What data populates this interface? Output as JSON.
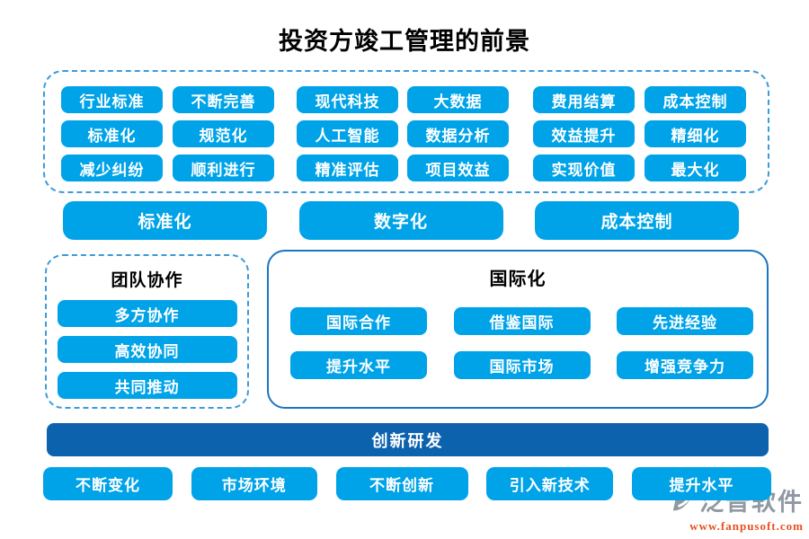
{
  "title": "投资方竣工管理的前景",
  "colors": {
    "pill_blue": "#00a3e8",
    "bar_dark_blue": "#0d62ae",
    "dashed_border_blue": "#3d9bd9",
    "solid_border_blue": "#1b75c0",
    "watermark_grey": "#9099a2",
    "watermark_orange": "#e8501e"
  },
  "top_grid": {
    "rows": [
      [
        "行业标准",
        "不断完善",
        "现代科技",
        "大数据",
        "费用结算",
        "成本控制"
      ],
      [
        "标准化",
        "规范化",
        "人工智能",
        "数据分析",
        "效益提升",
        "精细化"
      ],
      [
        "减少纠纷",
        "顺利进行",
        "精准评估",
        "项目效益",
        "实现价值",
        "最大化"
      ]
    ]
  },
  "mid_buttons": [
    "标准化",
    "数字化",
    "成本控制"
  ],
  "team_box": {
    "title": "团队协作",
    "items": [
      "多方协作",
      "高效协同",
      "共同推动"
    ]
  },
  "intl_box": {
    "title": "国际化",
    "rows": [
      [
        "国际合作",
        "借鉴国际",
        "先进经验"
      ],
      [
        "提升水平",
        "国际市场",
        "增强竞争力"
      ]
    ]
  },
  "innovation_bar": "创新研发",
  "bottom_row": [
    "不断变化",
    "市场环境",
    "不断创新",
    "引入新技术",
    "提升水平"
  ],
  "watermark": {
    "brand": "泛普软件",
    "url": "www.fanpusoft.com"
  }
}
